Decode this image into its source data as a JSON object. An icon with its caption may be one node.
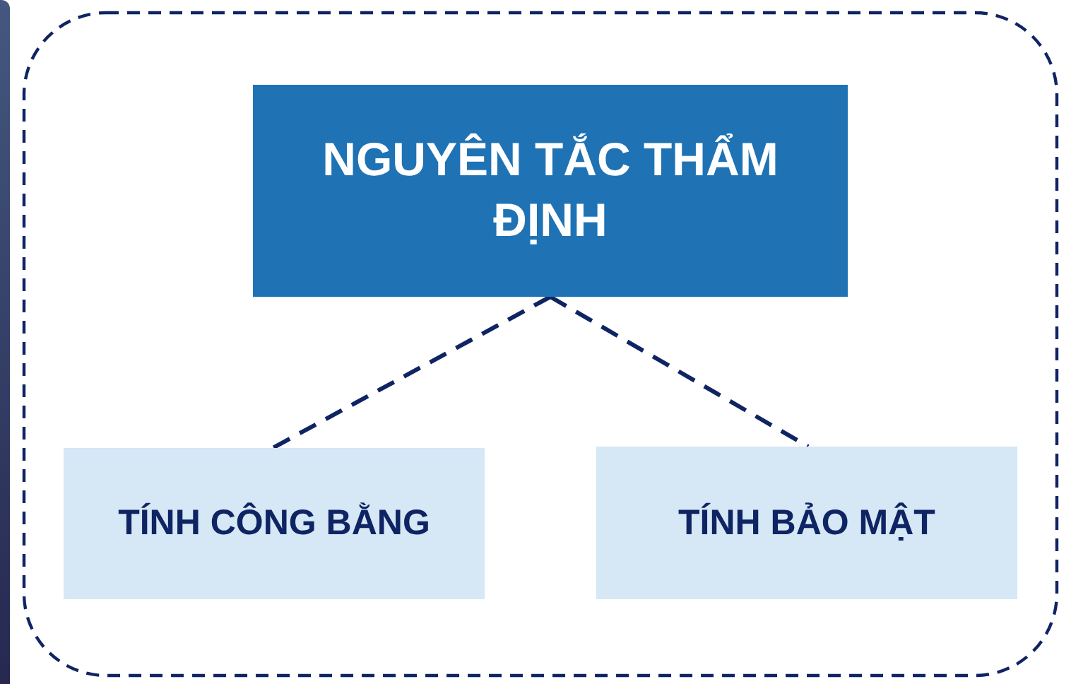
{
  "diagram": {
    "nodes": [
      {
        "text": [
          "NGUYÊN TẮC THẨM ĐỊNH"
        ]
      },
      {
        "text": [
          "TÍNH CÔNG BẰNG"
        ]
      },
      {
        "text": [
          "TÍNH BẢO MẬT"
        ]
      }
    ],
    "edges": [
      {
        "from": 0,
        "to": 1,
        "arrow": "none",
        "style": "dashed"
      },
      {
        "from": 0,
        "to": 2,
        "arrow": "none",
        "style": "dashed"
      }
    ]
  }
}
